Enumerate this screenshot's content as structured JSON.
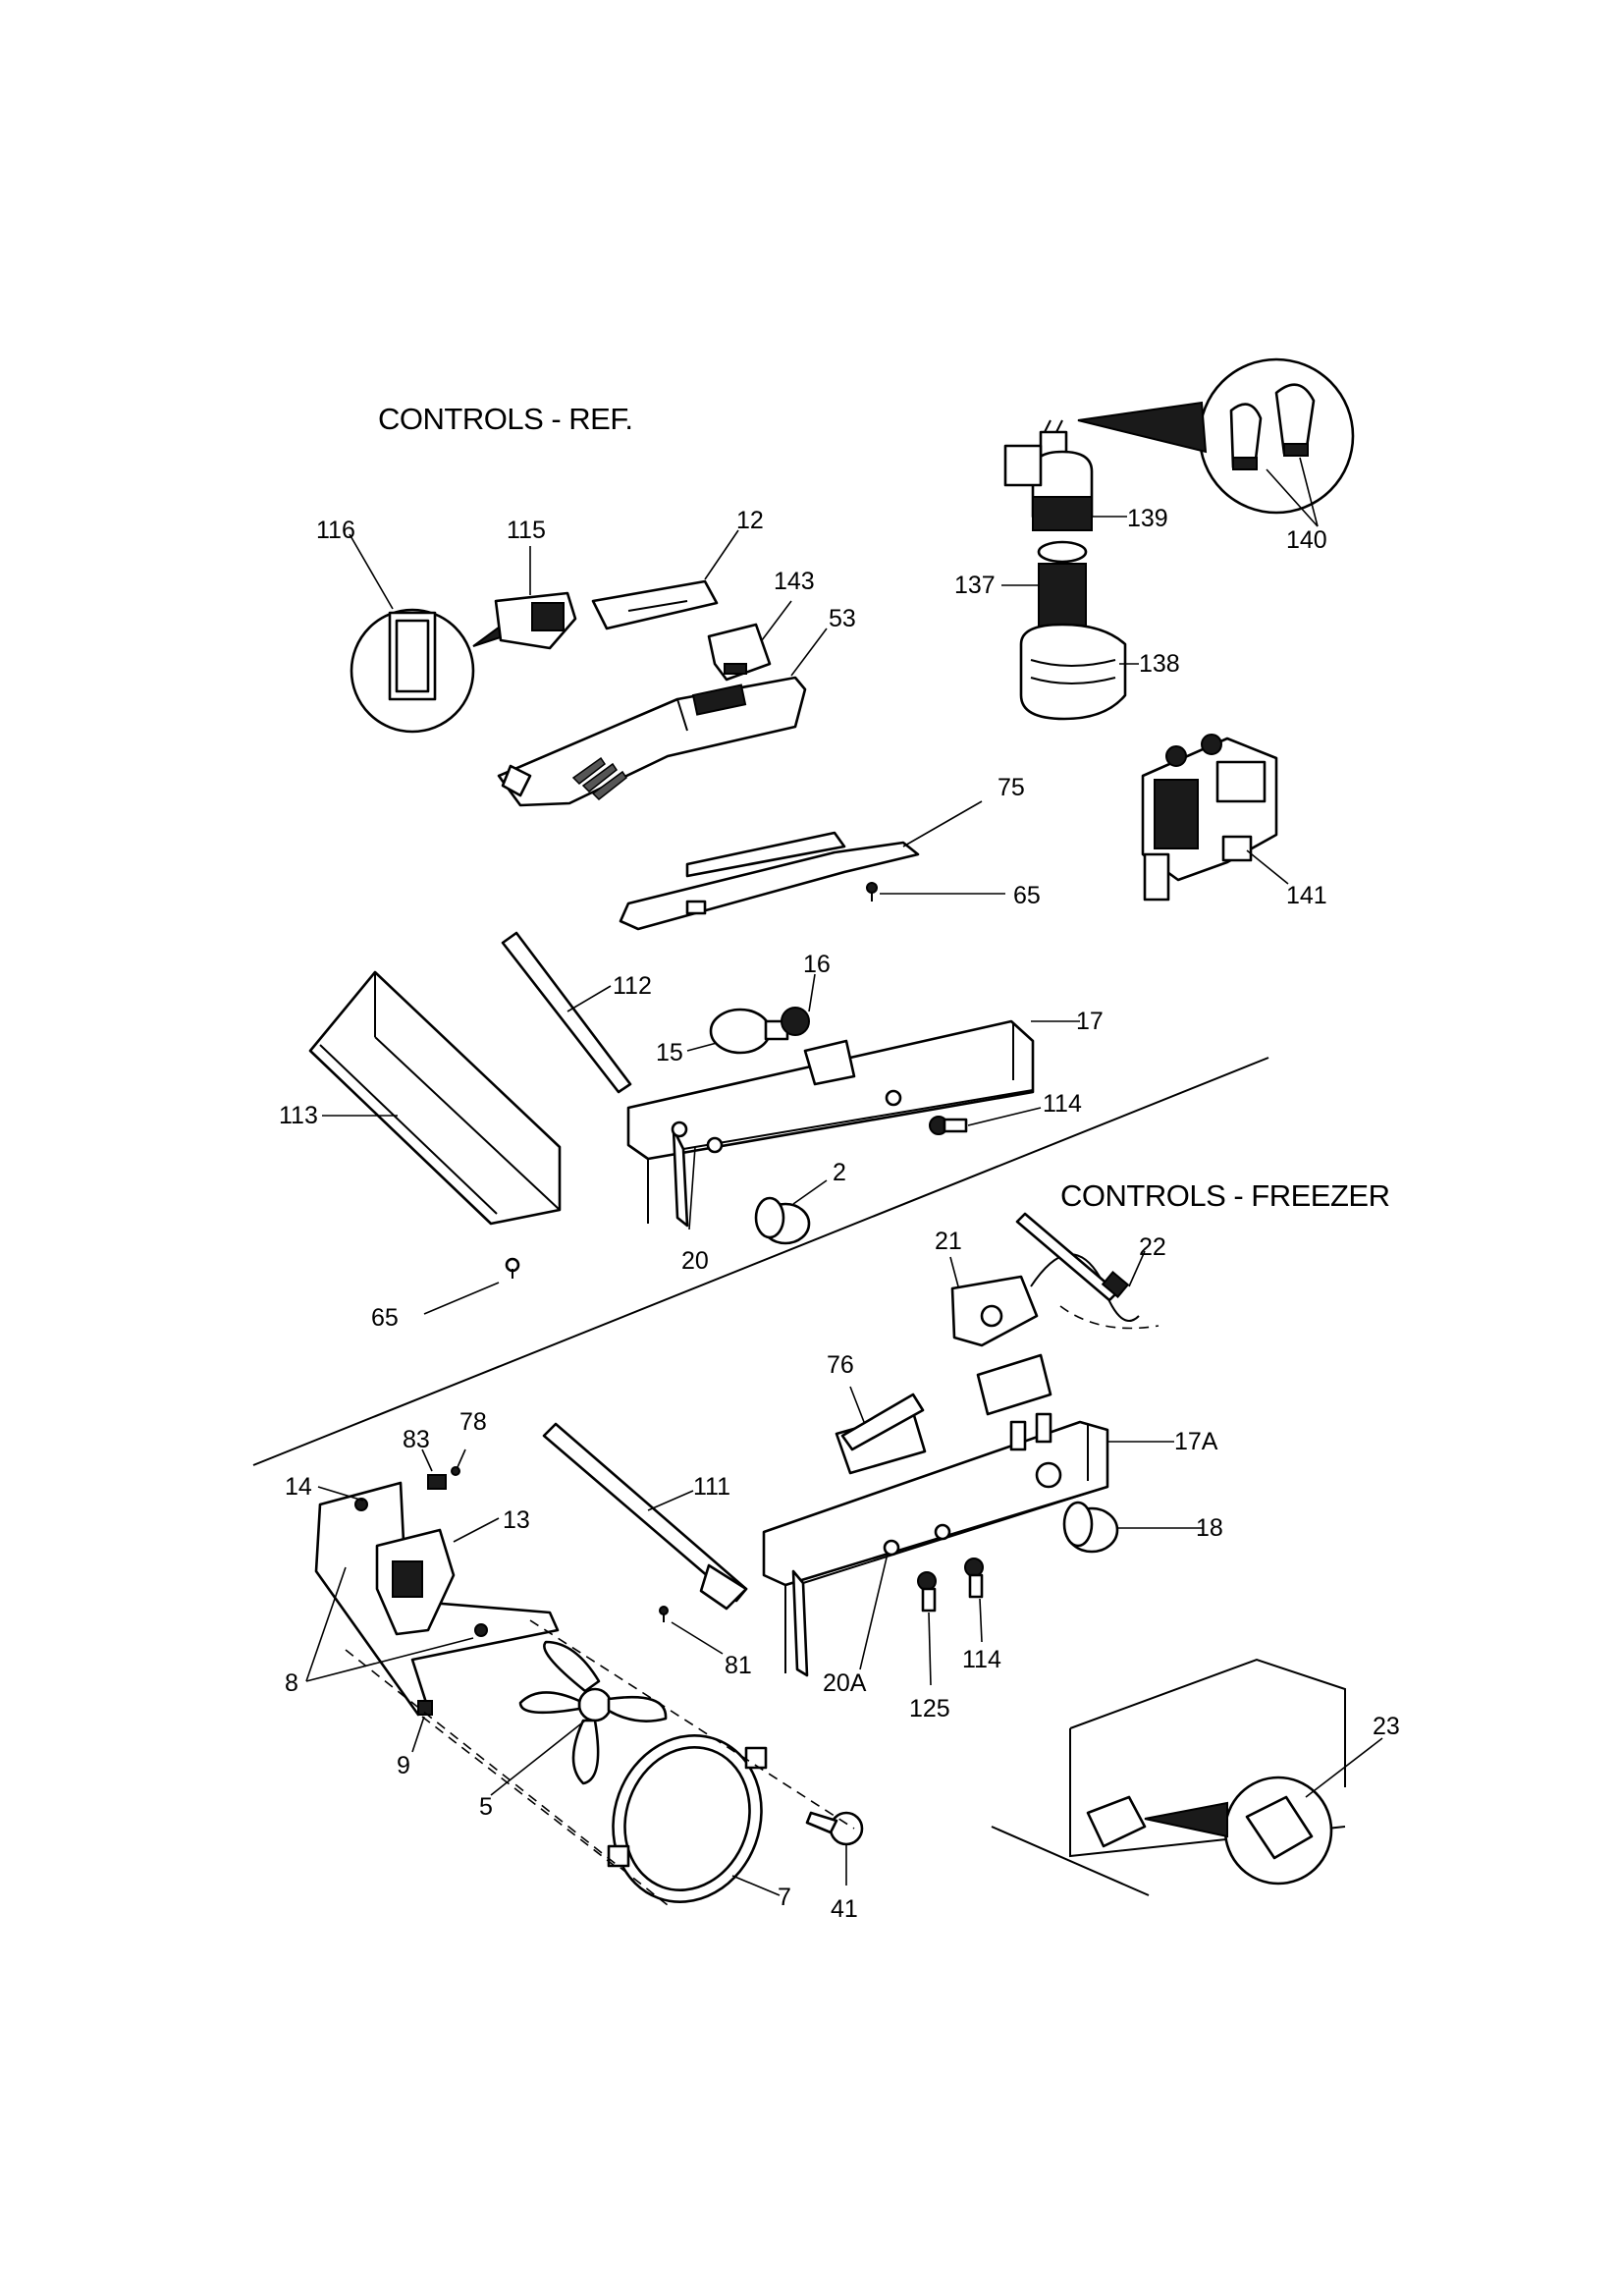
{
  "sections": {
    "ref_title": "CONTROLS - REF.",
    "freezer_title": "CONTROLS - FREEZER"
  },
  "labels": {
    "p116": "116",
    "p115": "115",
    "p12": "12",
    "p143": "143",
    "p53": "53",
    "p75": "75",
    "p65a": "65",
    "p112": "112",
    "p16": "16",
    "p15": "15",
    "p17": "17",
    "p114a": "114",
    "p113": "113",
    "p2": "2",
    "p20": "20",
    "p65b": "65",
    "p139": "139",
    "p140": "140",
    "p137": "137",
    "p138": "138",
    "p141": "141",
    "p21": "21",
    "p22": "22",
    "p76": "76",
    "p17a": "17A",
    "p18": "18",
    "p83": "83",
    "p78": "78",
    "p14": "14",
    "p13": "13",
    "p111": "111",
    "p81": "81",
    "p8": "8",
    "p9": "9",
    "p5": "5",
    "p20a": "20A",
    "p125": "125",
    "p114b": "114",
    "p41": "41",
    "p7": "7",
    "p23": "23"
  }
}
